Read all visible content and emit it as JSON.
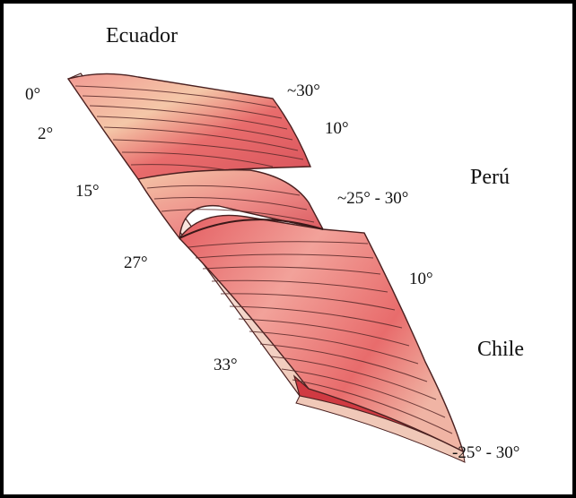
{
  "countries": {
    "ecuador": "Ecuador",
    "peru": "Perú",
    "chile": "Chile"
  },
  "dip_labels": {
    "edge_0": "0°",
    "edge_2": "2°",
    "edge_15": "15°",
    "edge_27": "27°",
    "edge_33": "33°",
    "north_far": "~30°",
    "north_mid": "10°",
    "central_far": "~25° - 30°",
    "south_mid": "10°",
    "south_far": "-25° - 30°"
  },
  "colors": {
    "slab_base": "#d9545c",
    "slab_light": "#f29a93",
    "slab_highlight": "#f4c7a8",
    "slab_dark": "#c8323b",
    "slab_edge": "#e8837f",
    "contour": "#5a2a2a",
    "outline": "#4a2020",
    "frame": "#000000"
  }
}
